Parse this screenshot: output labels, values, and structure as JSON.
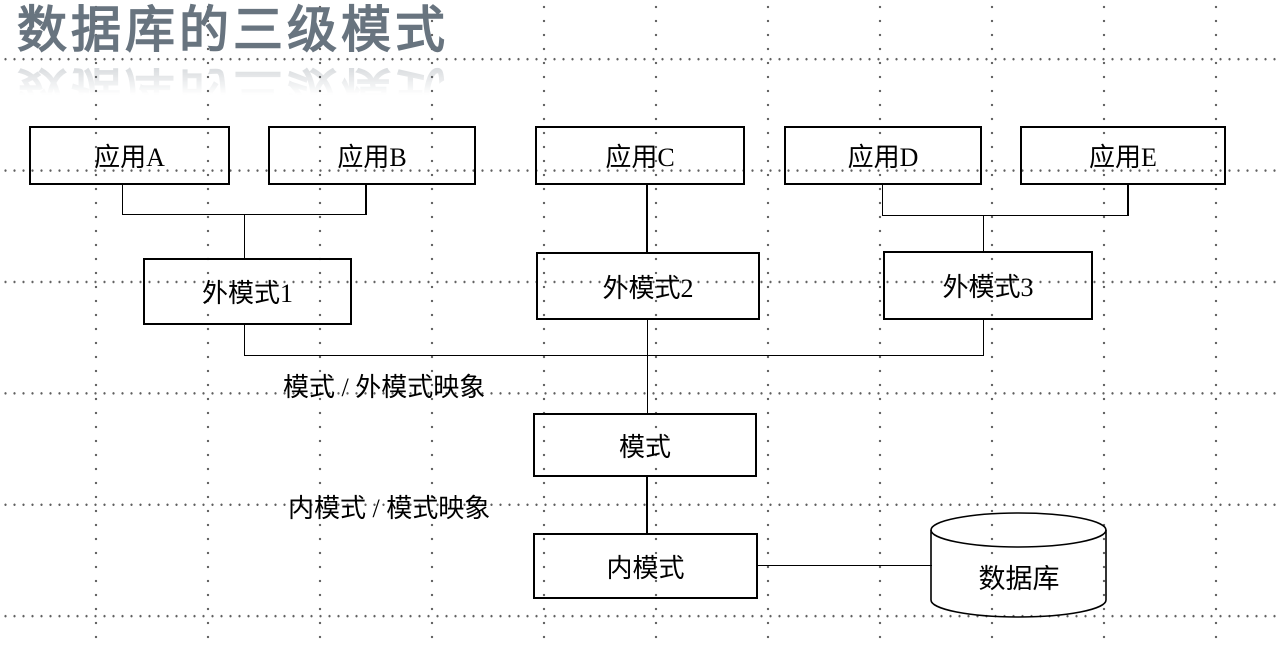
{
  "title": {
    "text": "数据库的三级模式"
  },
  "apps": [
    {
      "label": "应用A"
    },
    {
      "label": "应用B"
    },
    {
      "label": "应用C"
    },
    {
      "label": "应用D"
    },
    {
      "label": "应用E"
    }
  ],
  "external_schemas": [
    {
      "label": "外模式1"
    },
    {
      "label": "外模式2"
    },
    {
      "label": "外模式3"
    }
  ],
  "schema": {
    "label": "模式"
  },
  "internal_schema": {
    "label": "内模式"
  },
  "database": {
    "label": "数据库"
  },
  "mappings": {
    "schema_external": "模式 / 外模式映象",
    "internal_schema": "内模式 / 模式映象"
  },
  "colors": {
    "title": "#68747F",
    "line": "#000000",
    "grid_dot": "#5F5F5F",
    "background": "#FFFFFF"
  }
}
